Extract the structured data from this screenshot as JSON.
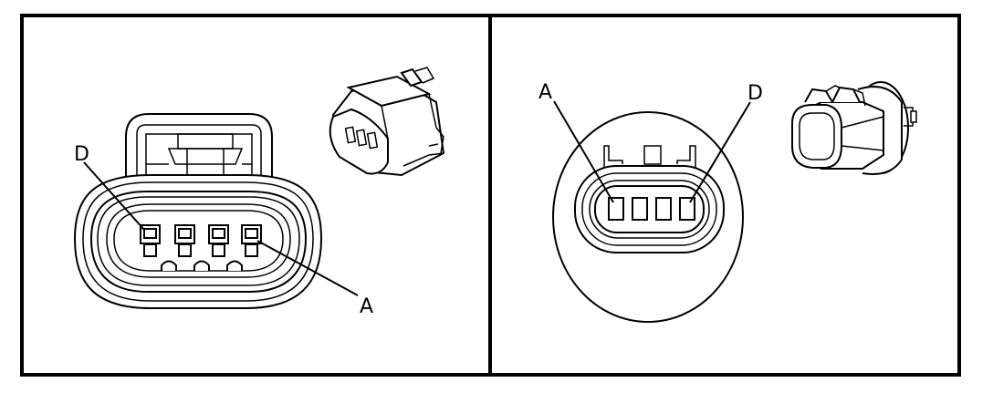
{
  "panels": [
    {
      "label_d": "D",
      "label_a": "A"
    },
    {
      "label_a": "A",
      "label_d": "D"
    }
  ],
  "colors": {
    "line": "#000000",
    "background": "#ffffff"
  }
}
